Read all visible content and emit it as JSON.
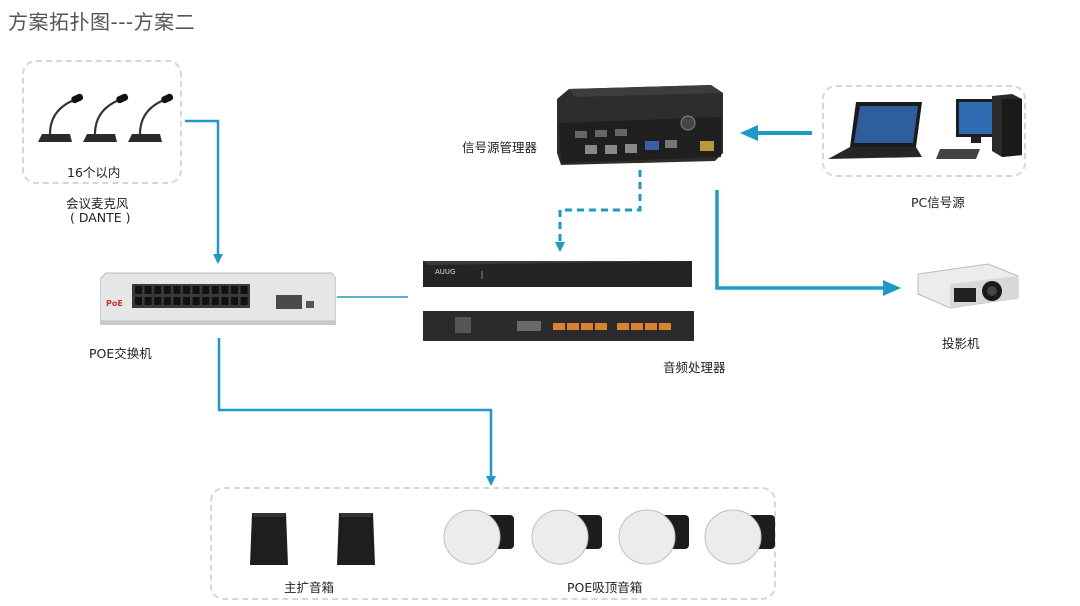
{
  "title": "方案拓扑图---方案二",
  "labels": {
    "mic_count": "16个以内",
    "mic_name": "会议麦克风",
    "mic_sub": "( DANTE )",
    "poe_switch": "POE交换机",
    "signal_manager": "信号源管理器",
    "pc_source": "PC信号源",
    "audio_processor": "音频处理器",
    "projector": "投影机",
    "main_speaker": "主扩音箱",
    "poe_ceiling_speaker": "POE吸顶音箱"
  },
  "device_text": {
    "switch_brand": "PoE",
    "processor_brand": "AUUG"
  },
  "colors": {
    "link": "#1e9ac8",
    "dash_box": "#d6d6d6",
    "device_dark": "#2a2a2a",
    "switch_body": "#e4e6e8"
  }
}
